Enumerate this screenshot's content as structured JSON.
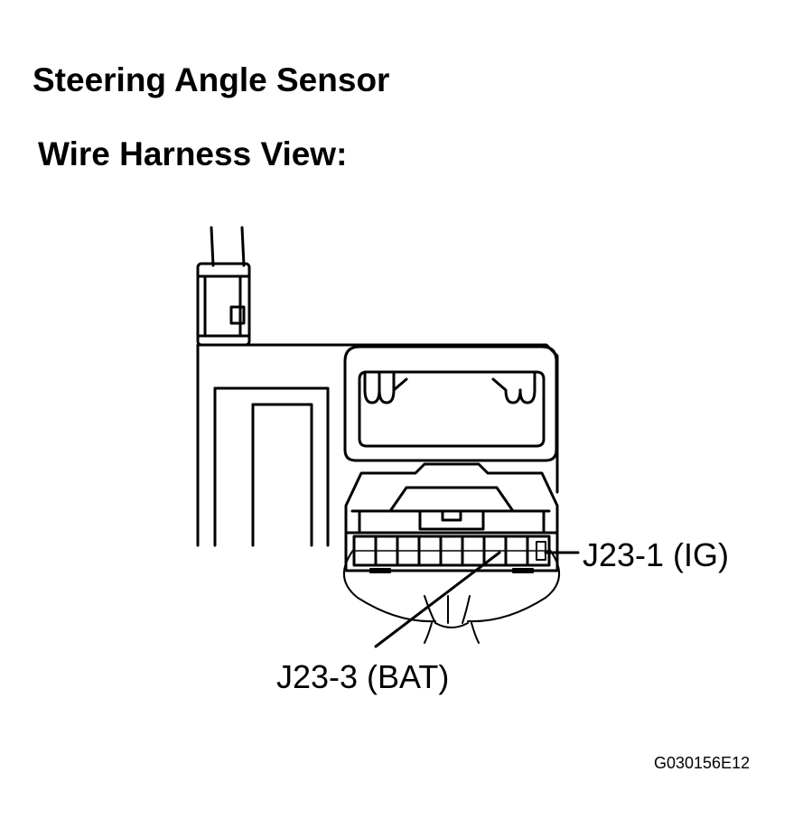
{
  "diagram": {
    "title": "Steering Angle Sensor",
    "subtitle": "Wire Harness View:",
    "callouts": [
      {
        "id": "ig",
        "text": "J23-1 (IG)"
      },
      {
        "id": "bat",
        "text": "J23-3 (BAT)"
      }
    ],
    "figure_code": "G030156E12"
  }
}
